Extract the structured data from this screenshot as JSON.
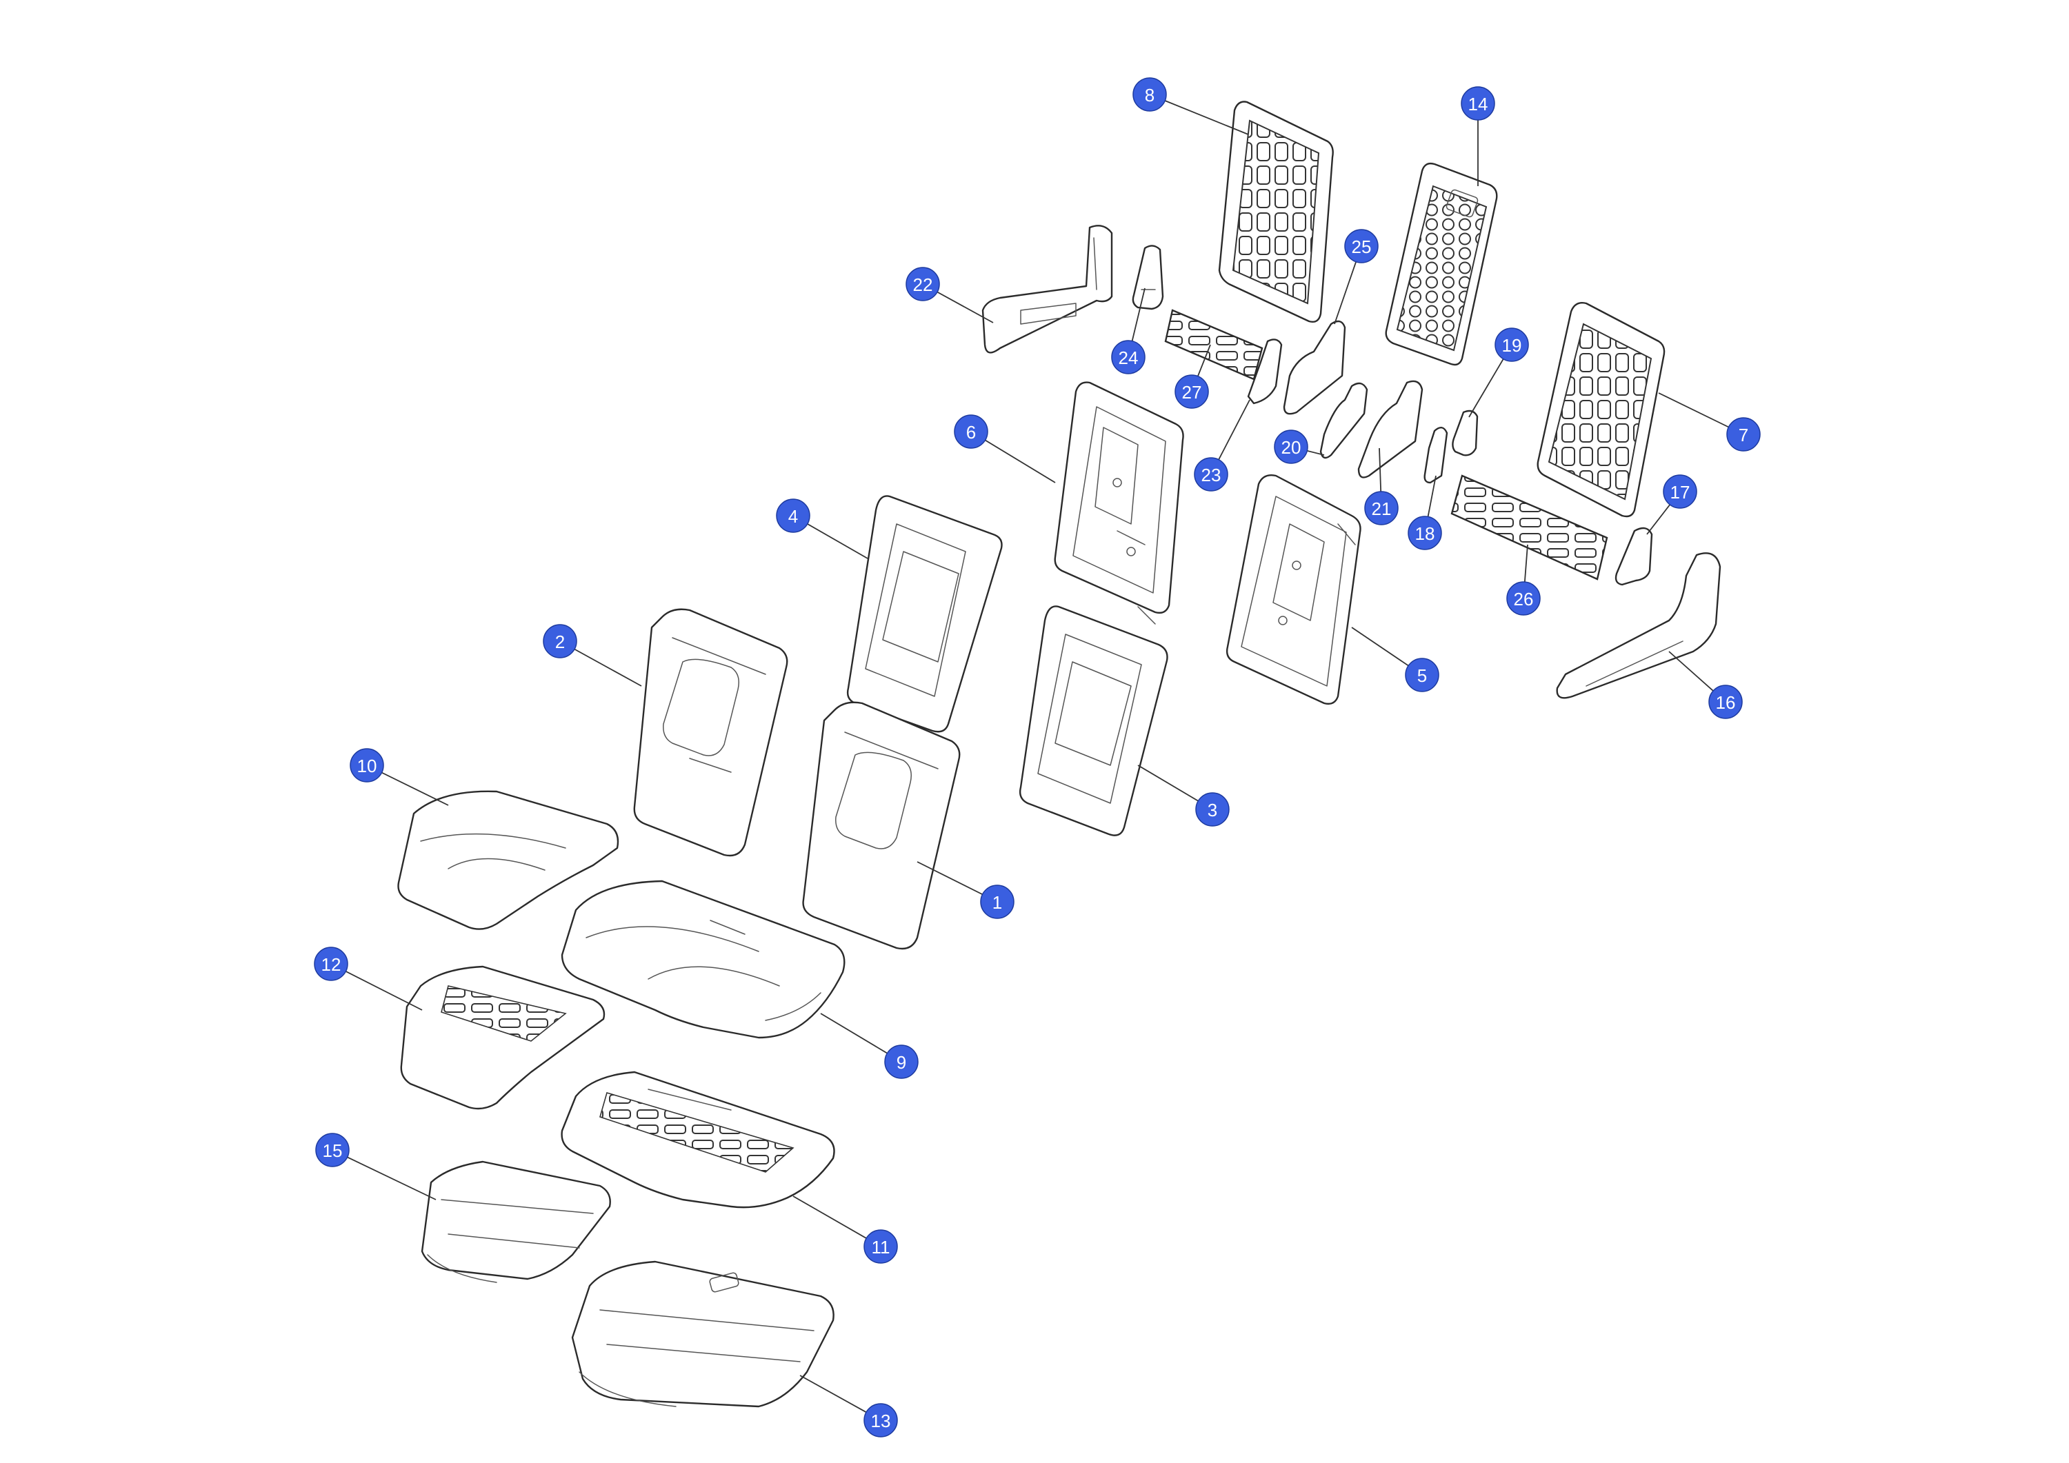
{
  "diagram": {
    "callout_color": "#3a5fe0",
    "line_color": "#2b2b2b",
    "callouts": [
      {
        "label": "1"
      },
      {
        "label": "2"
      },
      {
        "label": "3"
      },
      {
        "label": "4"
      },
      {
        "label": "5"
      },
      {
        "label": "6"
      },
      {
        "label": "7"
      },
      {
        "label": "8"
      },
      {
        "label": "9"
      },
      {
        "label": "10"
      },
      {
        "label": "11"
      },
      {
        "label": "12"
      },
      {
        "label": "13"
      },
      {
        "label": "14"
      },
      {
        "label": "15"
      },
      {
        "label": "16"
      },
      {
        "label": "17"
      },
      {
        "label": "18"
      },
      {
        "label": "19"
      },
      {
        "label": "20"
      },
      {
        "label": "21"
      },
      {
        "label": "22"
      },
      {
        "label": "23"
      },
      {
        "label": "24"
      },
      {
        "label": "25"
      },
      {
        "label": "26"
      },
      {
        "label": "27"
      }
    ]
  }
}
